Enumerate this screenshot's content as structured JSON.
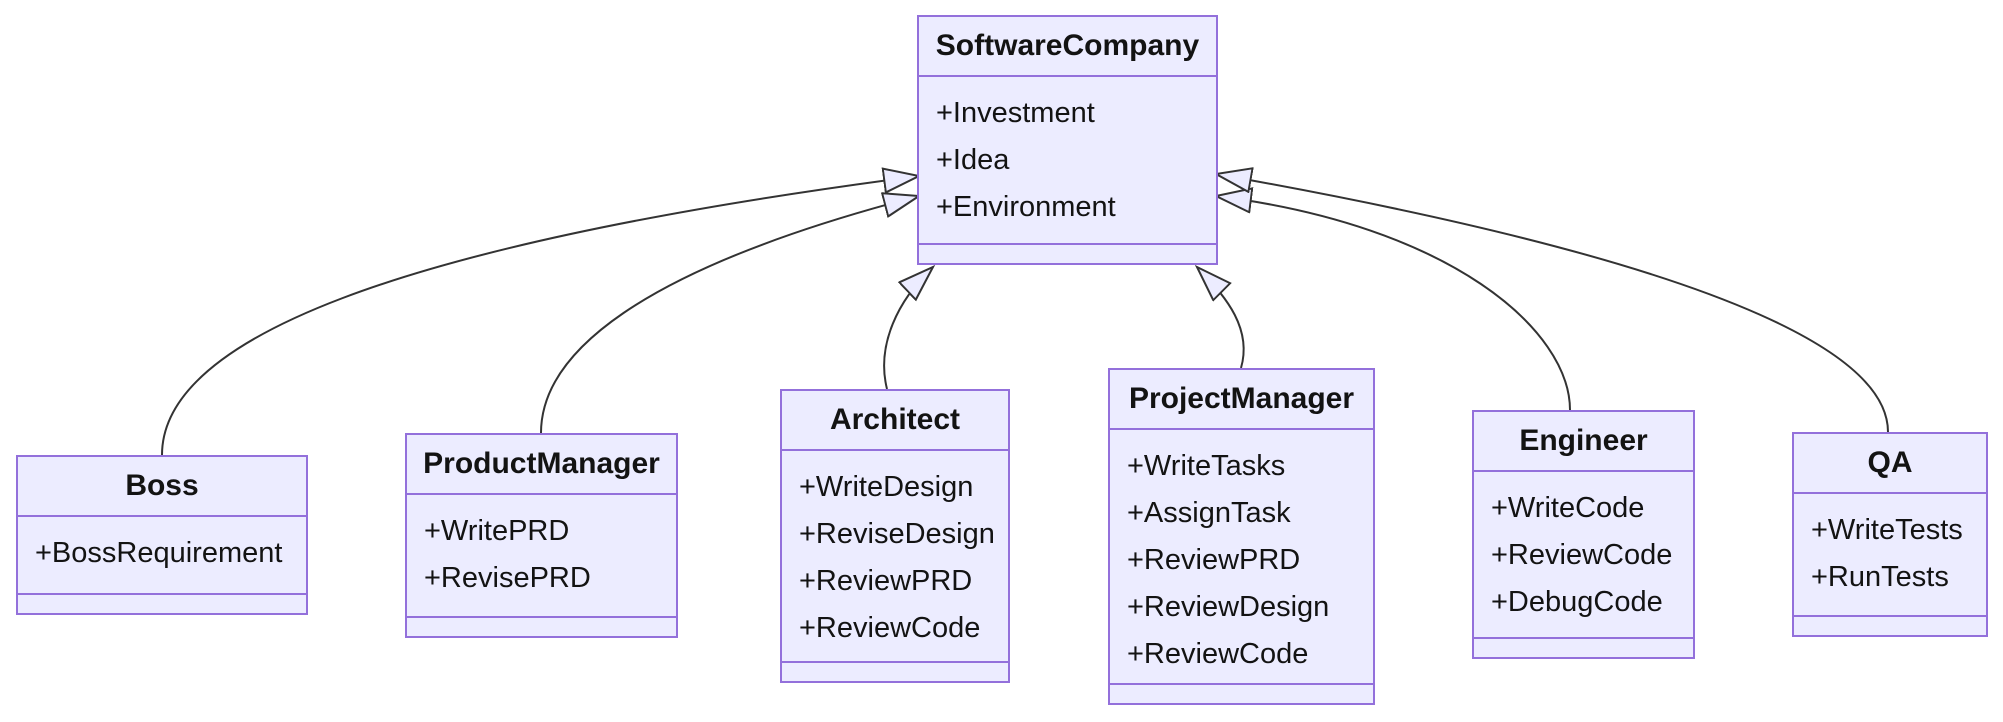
{
  "diagram": {
    "kind": "uml-class-diagram",
    "background": "#FFFFFF",
    "node_fill": "#ECECFF",
    "node_border": "#9370DB",
    "edge_color": "#333333",
    "text_color": "#131313"
  },
  "classes": [
    {
      "name": "SoftwareCompany",
      "members": [
        "+Investment",
        "+Idea",
        "+Environment"
      ],
      "methods": []
    },
    {
      "name": "Boss",
      "members": [
        "+BossRequirement"
      ],
      "methods": []
    },
    {
      "name": "ProductManager",
      "members": [
        "+WritePRD",
        "+RevisePRD"
      ],
      "methods": []
    },
    {
      "name": "Architect",
      "members": [
        "+WriteDesign",
        "+ReviseDesign",
        "+ReviewPRD",
        "+ReviewCode"
      ],
      "methods": []
    },
    {
      "name": "ProjectManager",
      "members": [
        "+WriteTasks",
        "+AssignTask",
        "+ReviewPRD",
        "+ReviewDesign",
        "+ReviewCode"
      ],
      "methods": []
    },
    {
      "name": "Engineer",
      "members": [
        "+WriteCode",
        "+ReviewCode",
        "+DebugCode"
      ],
      "methods": []
    },
    {
      "name": "QA",
      "members": [
        "+WriteTests",
        "+RunTests"
      ],
      "methods": []
    }
  ],
  "relationships": [
    {
      "from": "Boss",
      "to": "SoftwareCompany",
      "type": "inheritance"
    },
    {
      "from": "ProductManager",
      "to": "SoftwareCompany",
      "type": "inheritance"
    },
    {
      "from": "Architect",
      "to": "SoftwareCompany",
      "type": "inheritance"
    },
    {
      "from": "ProjectManager",
      "to": "SoftwareCompany",
      "type": "inheritance"
    },
    {
      "from": "Engineer",
      "to": "SoftwareCompany",
      "type": "inheritance"
    },
    {
      "from": "QA",
      "to": "SoftwareCompany",
      "type": "inheritance"
    }
  ]
}
